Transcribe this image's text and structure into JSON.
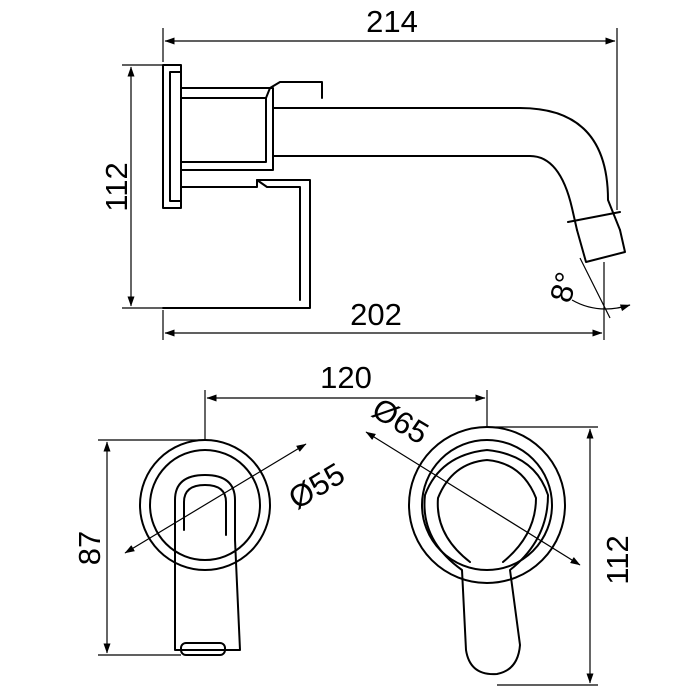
{
  "side_view": {
    "overall_length": "214",
    "wall_height": "112",
    "spout_projection": "202",
    "spout_angle": "8°"
  },
  "front_view": {
    "center_distance": "120",
    "left_rosette_diameter": "Ø55",
    "right_rosette_diameter": "Ø65",
    "spout_height": "87",
    "handle_height": "112"
  }
}
